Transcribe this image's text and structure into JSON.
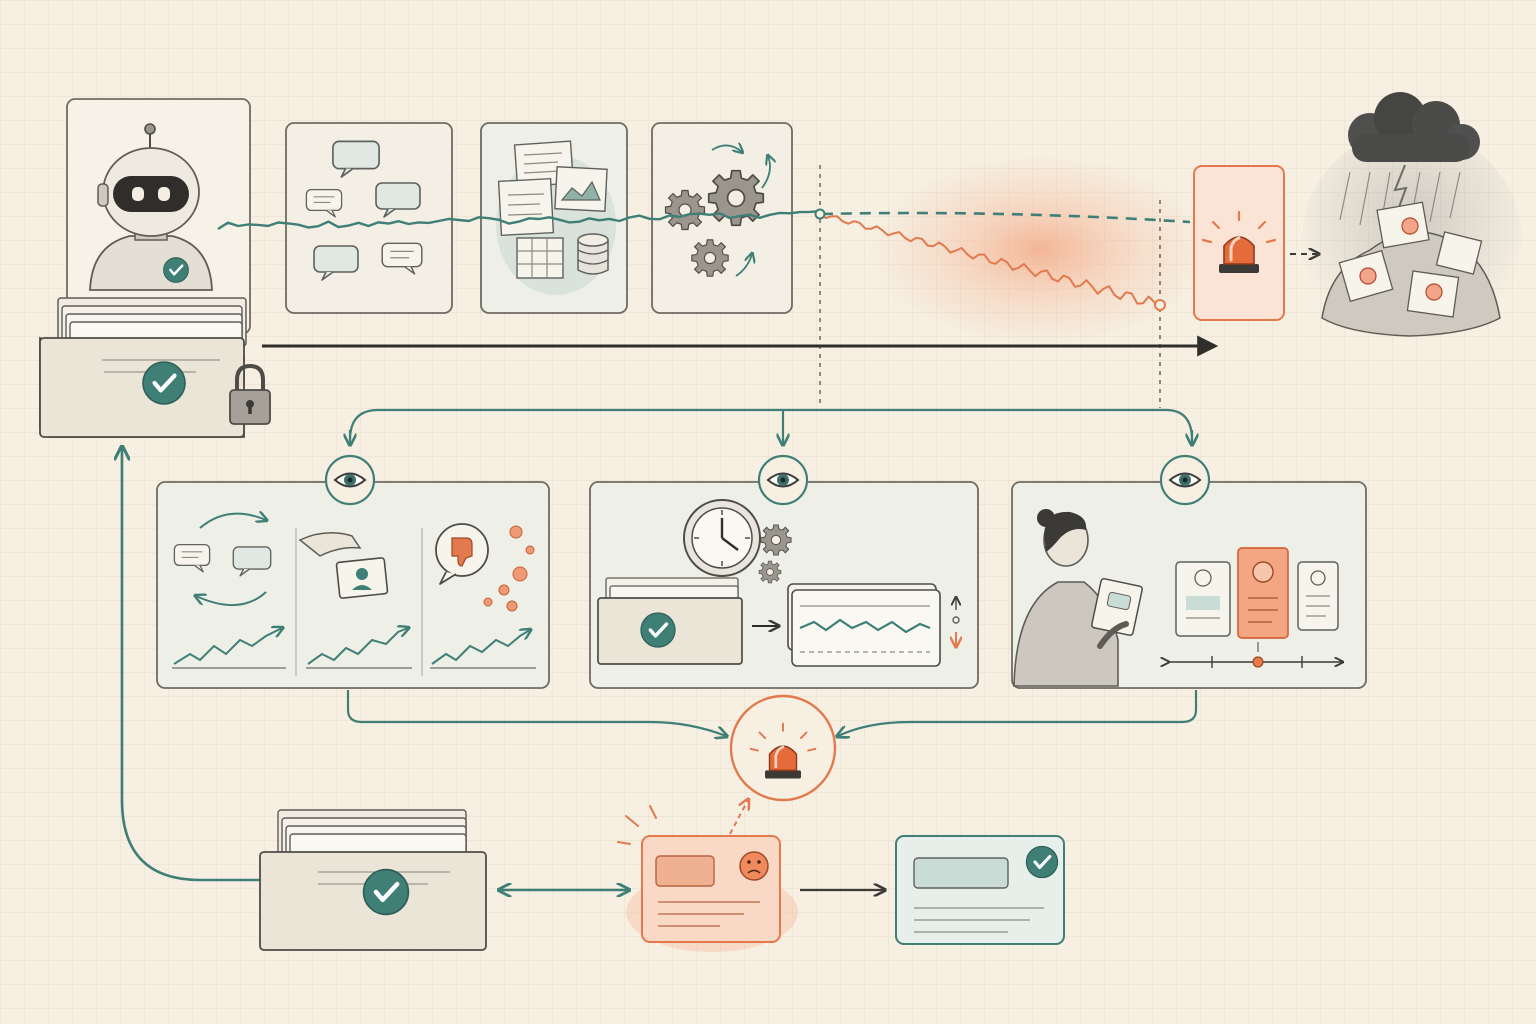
{
  "palette": {
    "paper": "#f6efe2",
    "grid": "#e6ddcc",
    "ink": "#3b3a37",
    "pencil": "#6f6b63",
    "teal": "#3f7f76",
    "teal_light": "#c9dcd5",
    "orange": "#e27a4e",
    "orange_light": "#f6c7ad",
    "storm": "#4a4a4a"
  },
  "icons": {
    "robot": "robot-agent-icon",
    "lock": "padlock-icon",
    "check": "checkmark-icon",
    "eye": "eye-icon",
    "alarm": "alarm-siren-icon",
    "gears": "gears-icon",
    "clock": "clock-icon",
    "storm_cloud": "storm-cloud-icon",
    "sad_face": "sad-face-icon",
    "neutral_face": "neutral-face-icon",
    "thumbs_down": "thumbs-down-icon",
    "database": "database-icon",
    "person": "reviewer-person-icon"
  },
  "stages": {
    "top": [
      "conversations",
      "documents",
      "processing"
    ],
    "monitors": [
      "behavior-signals",
      "benchmark-replay",
      "human-review"
    ],
    "bottom": [
      "eval-set",
      "flagged-case",
      "fixed-case"
    ]
  },
  "drift": {
    "baseline_series": "stable",
    "drift_series": "declining"
  }
}
